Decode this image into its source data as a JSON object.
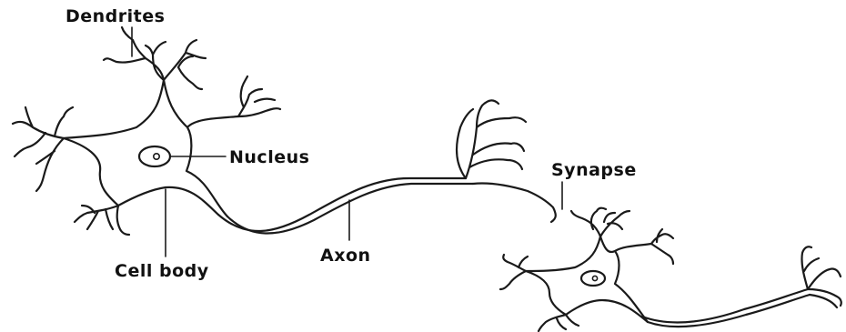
{
  "labels": {
    "dendrites": "Dendrites",
    "nucleus": "Nucleus",
    "cell_body": "Cell body",
    "axon": "Axon",
    "synapse": "Synapse"
  },
  "colors": {
    "ink": "#1a1a1a",
    "background": "#ffffff"
  }
}
